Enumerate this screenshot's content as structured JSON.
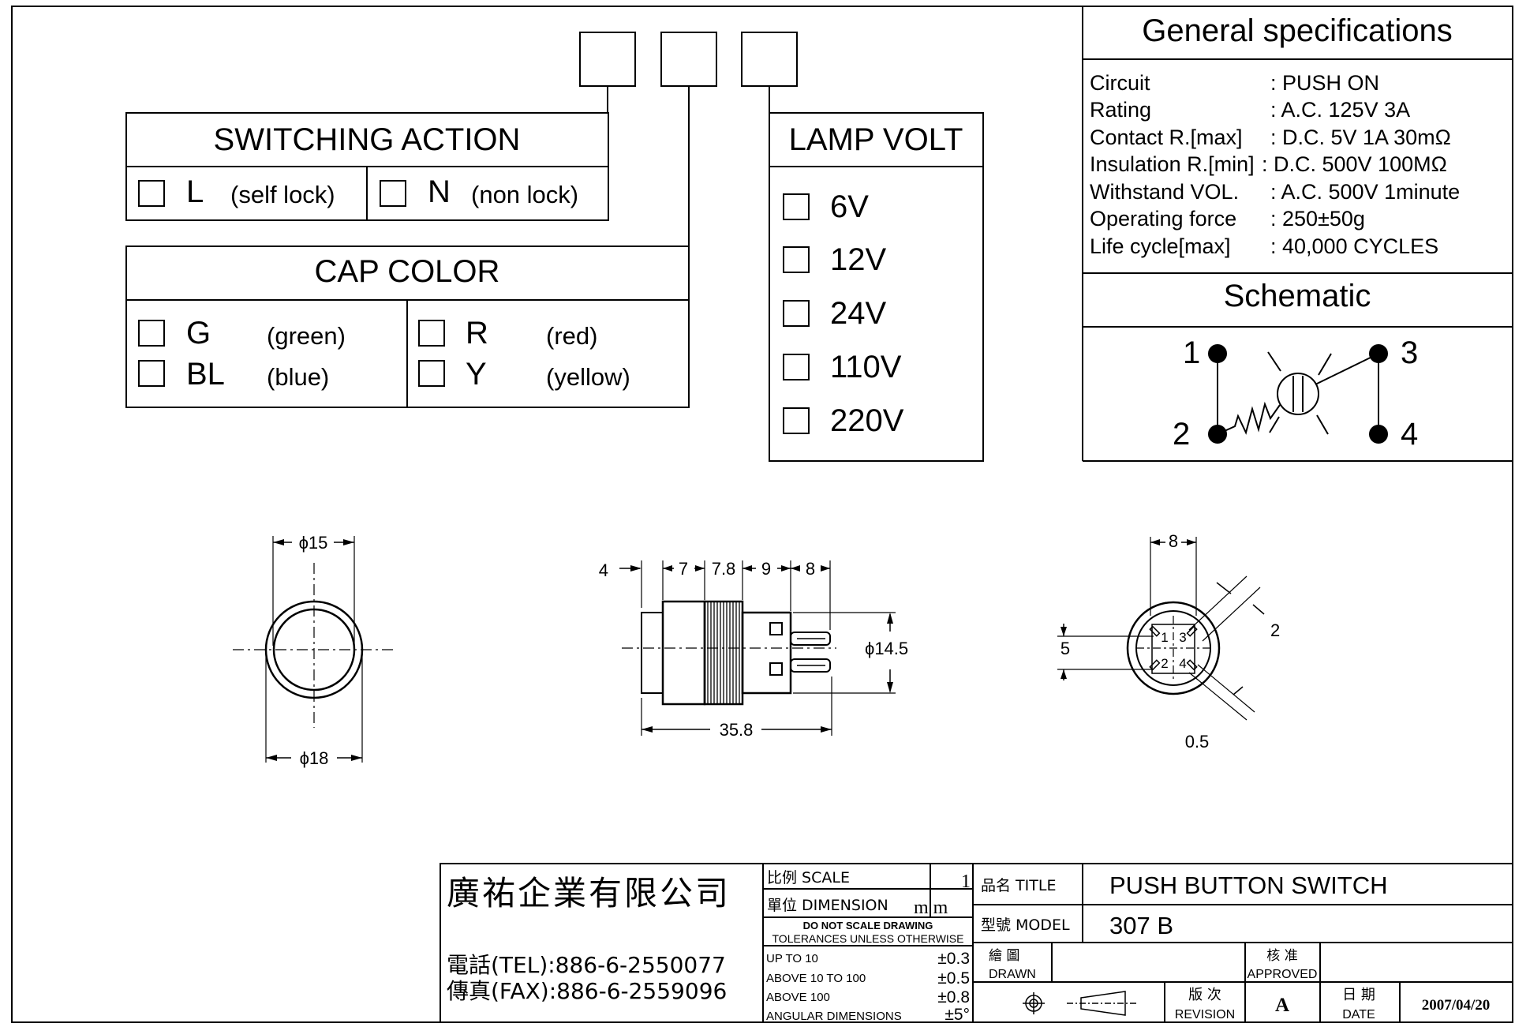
{
  "spec": {
    "title": "General specifications",
    "rows": [
      {
        "label": "Circuit",
        "value": ": PUSH ON"
      },
      {
        "label": "Rating",
        "value": ": A.C. 125V 3A"
      },
      {
        "label": "Contact R.[max]",
        "value": ": D.C. 5V 1A 30mΩ"
      },
      {
        "label": "Insulation R.[min]",
        "value": ": D.C. 500V 100MΩ"
      },
      {
        "label": "Withstand VOL.",
        "value": ": A.C. 500V 1minute"
      },
      {
        "label": "Operating force",
        "value": ": 250±50g"
      },
      {
        "label": "Life cycle[max]",
        "value": ": 40,000 CYCLES"
      }
    ],
    "schematic_title": "Schematic",
    "pins": [
      "1",
      "2",
      "3",
      "4"
    ]
  },
  "switching": {
    "title": "SWITCHING ACTION",
    "options": [
      {
        "code": "L",
        "desc": "(self lock)"
      },
      {
        "code": "N",
        "desc": "(non lock)"
      }
    ]
  },
  "cap_color": {
    "title": "CAP COLOR",
    "options": [
      {
        "code": "G",
        "desc": "(green)"
      },
      {
        "code": "BL",
        "desc": "(blue)"
      },
      {
        "code": "R",
        "desc": "(red)"
      },
      {
        "code": "Y",
        "desc": "(yellow)"
      }
    ]
  },
  "lamp": {
    "title": "LAMP VOLT",
    "options": [
      "6V",
      "12V",
      "24V",
      "110V",
      "220V"
    ]
  },
  "dims": {
    "front_top": "ϕ15",
    "front_bottom": "ϕ18",
    "side_4": "4",
    "side_7": "7",
    "side_78": "7.8",
    "side_9": "9",
    "side_8": "8",
    "side_phi": "ϕ14.5",
    "side_len": "35.8",
    "rear_8": "8",
    "rear_5": "5",
    "rear_2": "2",
    "rear_05": "0.5",
    "rear_pin1": "1",
    "rear_pin2": "2",
    "rear_pin3": "3",
    "rear_pin4": "4"
  },
  "title_block": {
    "company": "廣祐企業有限公司",
    "tel": "電話(TEL):886-6-2550077",
    "fax": "傳真(FAX):886-6-2559096",
    "scale_label": "比例 SCALE",
    "scale_value": "1",
    "dim_label": "單位 DIMENSION",
    "dim_value": "m m",
    "no_scale": "DO NOT SCALE DRAWING",
    "tolerances": "TOLERANCES UNLESS OTHERWISE",
    "tol_rows": [
      {
        "label": "UP TO 10",
        "value": "±0.3"
      },
      {
        "label": "ABOVE 10 TO 100",
        "value": "±0.5"
      },
      {
        "label": "ABOVE 100",
        "value": "±0.8"
      },
      {
        "label": "ANGULAR DIMENSIONS",
        "value": "±5°"
      }
    ],
    "title_label": "品名 TITLE",
    "title_value": "PUSH BUTTON SWITCH",
    "model_label": "型號 MODEL",
    "model_value": "307 B",
    "drawn_zh": "繪 圖",
    "drawn_en": "DRAWN",
    "approved_zh": "核 准",
    "approved_en": "APPROVED",
    "revision_zh": "版 次",
    "revision_en": "REVISION",
    "revision_value": "A",
    "date_zh": "日 期",
    "date_en": "DATE",
    "date_value": "2007/04/20"
  }
}
